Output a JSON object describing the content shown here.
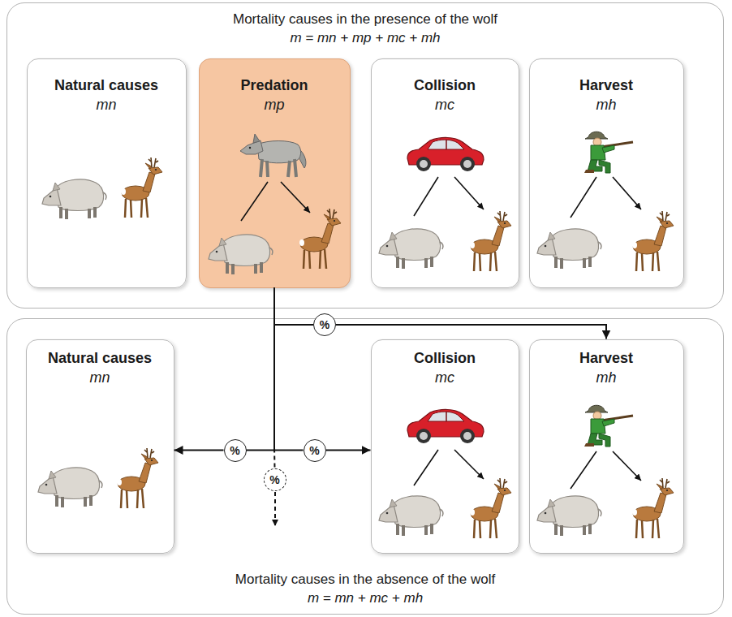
{
  "diagram": {
    "nodes": [
      {
        "text": [
          "Mortality causes in the presence of the wolf",
          "m = mn + mp + mc + mh"
        ]
      },
      {
        "text": [
          "Natural causes",
          "mn"
        ],
        "in": 0
      },
      {
        "text": [
          "Predation",
          "mp"
        ],
        "in": 0
      },
      {
        "text": [
          "Collision",
          "mc"
        ],
        "in": 0
      },
      {
        "text": [
          "Harvest",
          "mh"
        ],
        "in": 0
      },
      {
        "text": [
          "Mortality causes in the absence of the wolf",
          "m = mn + mc + mh"
        ]
      },
      {
        "text": [
          "Natural causes",
          "mn"
        ],
        "in": 5
      },
      {
        "text": [
          "Collision",
          "mc"
        ],
        "in": 5
      },
      {
        "text": [
          "Harvest",
          "mh"
        ],
        "in": 5
      },
      {
        "text": [
          "%"
        ]
      },
      {
        "text": [
          "%"
        ],
        "in": 5
      },
      {
        "text": [
          "%"
        ],
        "in": 5
      },
      {
        "text": [
          "%"
        ],
        "in": 5
      }
    ],
    "edges": [
      {
        "from": 2,
        "to": 9,
        "arrow": "none"
      },
      {
        "from": 9,
        "to": 8,
        "arrow": "to"
      },
      {
        "from": 2,
        "to": 10,
        "arrow": "none"
      },
      {
        "from": 10,
        "to": 6,
        "arrow": "to"
      },
      {
        "from": 2,
        "to": 11,
        "arrow": "none"
      },
      {
        "from": 11,
        "to": 7,
        "arrow": "to"
      },
      {
        "from": 2,
        "to": 12,
        "arrow": "none"
      }
    ]
  }
}
